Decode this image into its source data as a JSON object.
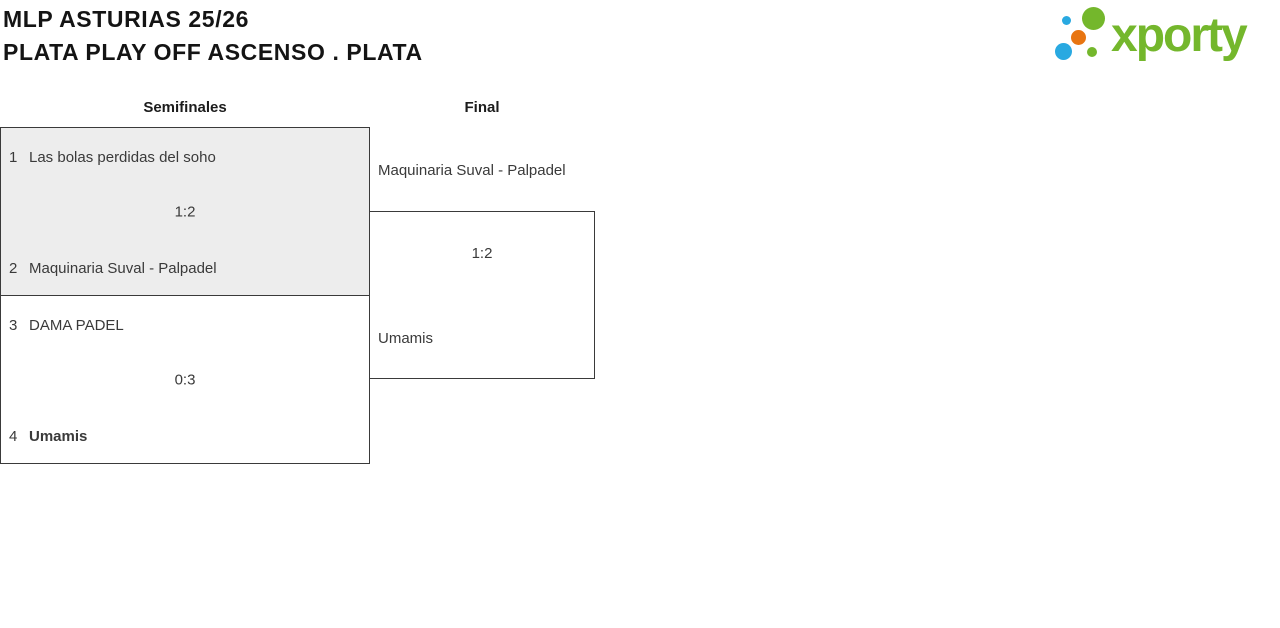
{
  "header": {
    "title_line1": "MLP ASTURIAS 25/26",
    "title_line2": "PLATA PLAY OFF ASCENSO . PLATA"
  },
  "logo": {
    "wordmark": "xporty"
  },
  "theme": {
    "logo_green": "#74b72c",
    "logo_blue": "#29a9e1",
    "logo_orange": "#e87511",
    "box_highlight": "#ededed",
    "border": "#3a3a3a",
    "text": "#3a3a3a",
    "title_text": "#141414"
  },
  "bracket": {
    "rounds": [
      {
        "label": "Semifinales"
      },
      {
        "label": "Final"
      }
    ],
    "semifinals": [
      {
        "team_top": {
          "seed": "1",
          "name": "Las bolas perdidas del soho"
        },
        "score": "1:2",
        "team_bottom": {
          "seed": "2",
          "name": "Maquinaria Suval - Palpadel"
        }
      },
      {
        "team_top": {
          "seed": "3",
          "name": "DAMA PADEL"
        },
        "score": "0:3",
        "team_bottom": {
          "seed": "4",
          "name": "Umamis"
        }
      }
    ],
    "final": {
      "team_top": "Maquinaria Suval - Palpadel",
      "score": "1:2",
      "team_bottom": "Umamis"
    }
  }
}
